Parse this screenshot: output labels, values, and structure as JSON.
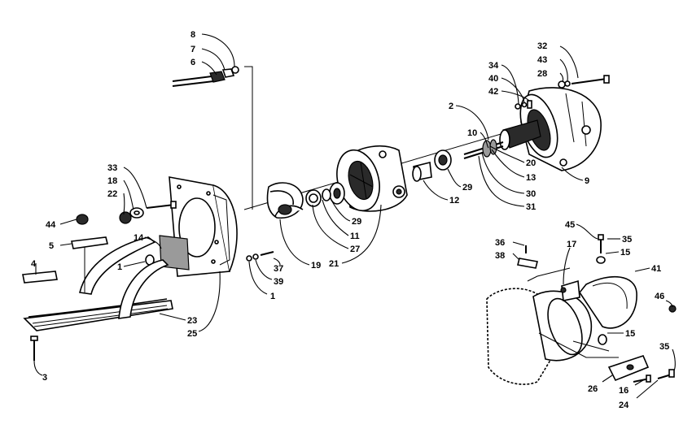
{
  "callouts": [
    {
      "id": "c8",
      "label": "8"
    },
    {
      "id": "c7",
      "label": "7"
    },
    {
      "id": "c6",
      "label": "6"
    },
    {
      "id": "c32",
      "label": "32"
    },
    {
      "id": "c43",
      "label": "43"
    },
    {
      "id": "c28",
      "label": "28"
    },
    {
      "id": "c34",
      "label": "34"
    },
    {
      "id": "c40",
      "label": "40"
    },
    {
      "id": "c42",
      "label": "42"
    },
    {
      "id": "c2",
      "label": "2"
    },
    {
      "id": "c10",
      "label": "10"
    },
    {
      "id": "c20",
      "label": "20"
    },
    {
      "id": "c13",
      "label": "13"
    },
    {
      "id": "c30",
      "label": "30"
    },
    {
      "id": "c31",
      "label": "31"
    },
    {
      "id": "c9",
      "label": "9"
    },
    {
      "id": "c29a",
      "label": "29"
    },
    {
      "id": "c12",
      "label": "12"
    },
    {
      "id": "c29b",
      "label": "29"
    },
    {
      "id": "c11",
      "label": "11"
    },
    {
      "id": "c27",
      "label": "27"
    },
    {
      "id": "c21",
      "label": "21"
    },
    {
      "id": "c19",
      "label": "19"
    },
    {
      "id": "c33",
      "label": "33"
    },
    {
      "id": "c18",
      "label": "18"
    },
    {
      "id": "c22",
      "label": "22"
    },
    {
      "id": "c44",
      "label": "44"
    },
    {
      "id": "c5",
      "label": "5"
    },
    {
      "id": "c14",
      "label": "14"
    },
    {
      "id": "c4",
      "label": "4"
    },
    {
      "id": "c1a",
      "label": "1"
    },
    {
      "id": "c37",
      "label": "37"
    },
    {
      "id": "c39",
      "label": "39"
    },
    {
      "id": "c1b",
      "label": "1"
    },
    {
      "id": "c23",
      "label": "23"
    },
    {
      "id": "c25",
      "label": "25"
    },
    {
      "id": "c3",
      "label": "3"
    },
    {
      "id": "c45",
      "label": "45"
    },
    {
      "id": "c35a",
      "label": "35"
    },
    {
      "id": "c15a",
      "label": "15"
    },
    {
      "id": "c36",
      "label": "36"
    },
    {
      "id": "c38",
      "label": "38"
    },
    {
      "id": "c17",
      "label": "17"
    },
    {
      "id": "c41",
      "label": "41"
    },
    {
      "id": "c46",
      "label": "46"
    },
    {
      "id": "c15b",
      "label": "15"
    },
    {
      "id": "c35b",
      "label": "35"
    },
    {
      "id": "c26",
      "label": "26"
    },
    {
      "id": "c16",
      "label": "16"
    },
    {
      "id": "c24",
      "label": "24"
    }
  ]
}
